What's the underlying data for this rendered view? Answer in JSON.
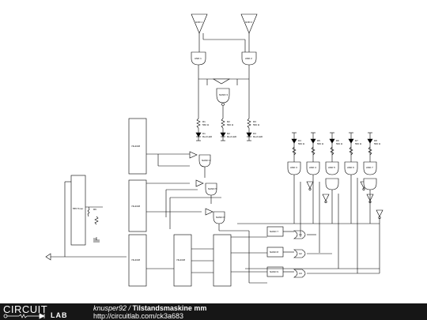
{
  "diagram": {
    "components": {
      "sources": [
        "GND 1",
        "GND 2"
      ],
      "top_gates": [
        "AND 1",
        "AND 2"
      ],
      "nand_gate": "NAND 3",
      "resistors_left": [
        {
          "name": "R1",
          "value": "560 Ω"
        },
        {
          "name": "R2",
          "value": "560 Ω"
        },
        {
          "name": "R3",
          "value": "560 Ω"
        }
      ],
      "leds_left": [
        {
          "name": "D1",
          "value": "Red LED"
        },
        {
          "name": "D2",
          "value": "Red LED"
        },
        {
          "name": "D3",
          "value": "Red LED"
        }
      ],
      "right_leds": [
        {
          "name": "D4",
          "value": "560 Ω"
        },
        {
          "name": "D5",
          "value": "560 Ω"
        },
        {
          "name": "D6",
          "value": "560 Ω"
        },
        {
          "name": "D7",
          "value": "560 Ω"
        },
        {
          "name": "D8",
          "value": "560 Ω"
        }
      ],
      "right_gates": [
        "AND 3",
        "AND 4",
        "AND 5",
        "AND 6",
        "AND 7"
      ],
      "mid_gates": [
        "NAND 4",
        "NAND 5",
        "NAND 6"
      ],
      "bottom_gates": [
        "NAND 7",
        "NAND 8",
        "NAND 9"
      ],
      "xor_gates": [
        "U1",
        "U2",
        "U3"
      ],
      "ic_labels": [
        "74HC08",
        "74HC08",
        "74HC08",
        "74HC08"
      ],
      "timer": {
        "name": "555 Timer",
        "r": "R9",
        "c": "C1"
      }
    }
  },
  "footer": {
    "logo_top": "CIRCUIT",
    "logo_bottom": "LAB",
    "author": "knusper92",
    "separator": " / ",
    "title": "Tilstandsmaskine mm",
    "url": "http://circuitlab.com/ck3a683"
  }
}
